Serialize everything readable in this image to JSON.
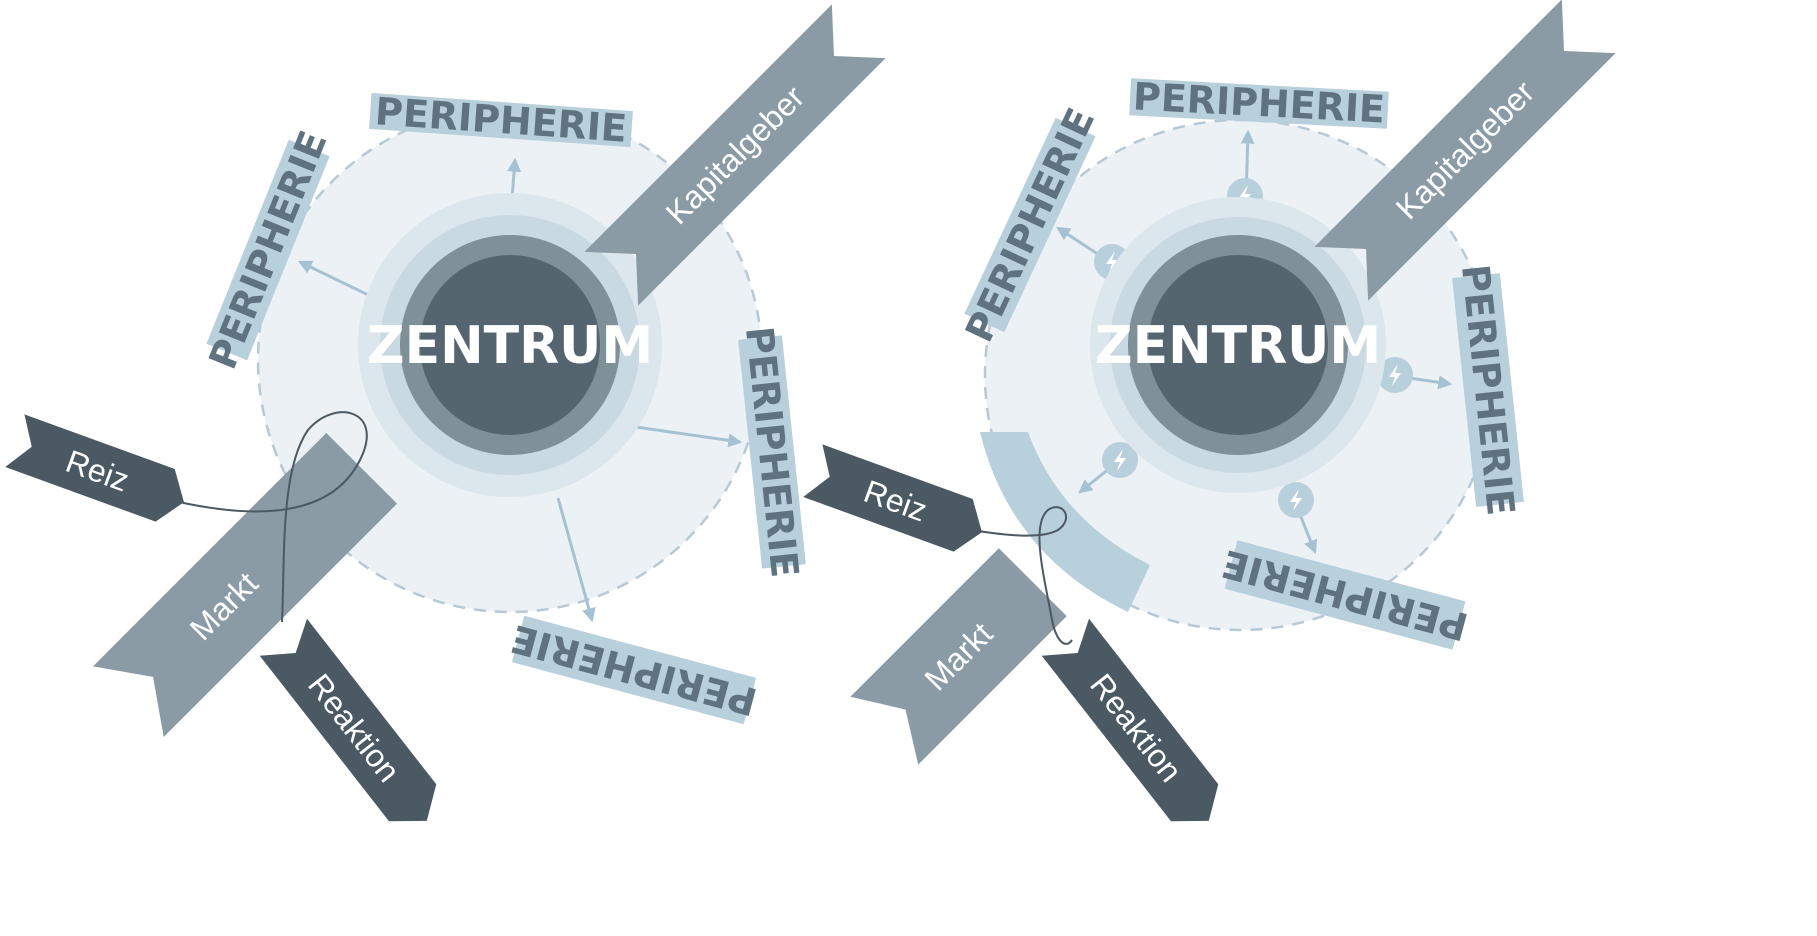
{
  "colors": {
    "background": "#ffffff",
    "disc": "#ebf1f5",
    "periphery_band": "#b8cfdc",
    "periphery_text": "#5f7280",
    "center_outer": "#c9d9e2",
    "center_ring": "#7f9098",
    "center_core": "#556570",
    "flag_light": "#8b9ba5",
    "flag_dark": "#4b5963",
    "arrow": "#a6c2d2",
    "dashed_circle": "#b6c9d6"
  },
  "diagrams": [
    {
      "center_label": "ZENTRUM",
      "periphery_labels": [
        "PERIPHERIE",
        "PERIPHERIE",
        "PERIPHERIE",
        "PERIPHERIE"
      ],
      "flags": {
        "investor": "Kapitalgeber",
        "market": "Markt",
        "stimulus": "Reiz",
        "response": "Reaktion"
      },
      "lightning_icons": false
    },
    {
      "center_label": "ZENTRUM",
      "periphery_labels": [
        "PERIPHERIE",
        "PERIPHERIE",
        "PERIPHERIE",
        "PERIPHERIE"
      ],
      "flags": {
        "investor": "Kapitalgeber",
        "market": "Markt",
        "stimulus": "Reiz",
        "response": "Reaktion"
      },
      "lightning_icons": true
    }
  ]
}
